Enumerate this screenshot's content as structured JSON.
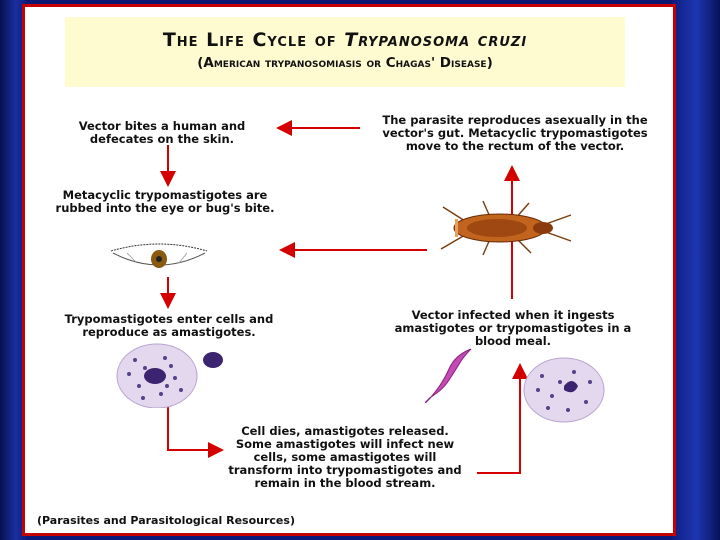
{
  "title": {
    "main_prefix": "The Life Cycle of ",
    "main_species": "Trypanosoma cruzi",
    "subtitle": "(American trypanosomiasis or Chagas' Disease)"
  },
  "steps": {
    "vector_bites": "Vector bites a human and defecates on the skin.",
    "rubbed_in": "Metacyclic trypomastigotes are rubbed into the eye or bug's bite.",
    "enter_cells": "Trypomastigotes enter cells and reproduce as amastigotes.",
    "cell_dies": "Cell dies, amastigotes released.  Some amastigotes will infect new cells, some amastigotes will transform into trypomastigotes and remain in the blood stream.",
    "vector_infected": "Vector infected when it ingests amastigotes or trypomastigotes in a blood meal.",
    "reproduces": "The parasite reproduces asexually in the vector's gut.  Metacyclic trypomastigotes move to the rectum of the vector."
  },
  "citation": "(Parasites and Parasitological Resources)",
  "colors": {
    "arrow": "#d40000",
    "frame_border": "#c40000",
    "title_bg": "#fffbd0",
    "page_bg": "#0b1a7a"
  }
}
